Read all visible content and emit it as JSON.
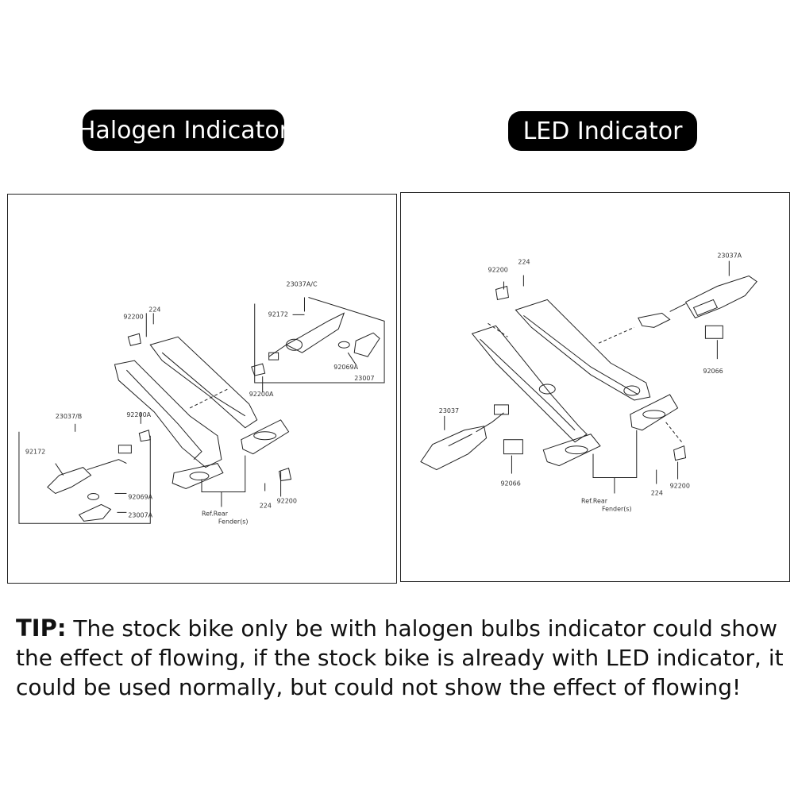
{
  "headers": {
    "left": "Halogen Indicator",
    "right": "LED  Indicator"
  },
  "left_diagram": {
    "labels": {
      "l1": "23037A/C",
      "l2": "92200",
      "l3": "224",
      "l4": "92172",
      "l5": "92200A",
      "l6": "92069A",
      "l7": "23007",
      "l8": "23037/B",
      "l9": "92200A",
      "l10": "92172",
      "l11": "92069A",
      "l12": "23007A",
      "l13": "Ref.Rear",
      "l14": "Fender(s)",
      "l15": "224",
      "l16": "92200"
    }
  },
  "right_diagram": {
    "labels": {
      "r1": "224",
      "r2": "92200",
      "r3": "23037A",
      "r4": "92066",
      "r5": "23037",
      "r6": "92066",
      "r7": "Ref.Rear",
      "r8": "Fender(s)",
      "r9": "224",
      "r10": "92200"
    }
  },
  "tip": {
    "label": "TIP:",
    "text": " The stock bike only be with halogen bulbs indicator could show the effect of flowing, if the stock bike is already with LED indicator, it could be used normally, but could not show the effect of flowing!"
  }
}
